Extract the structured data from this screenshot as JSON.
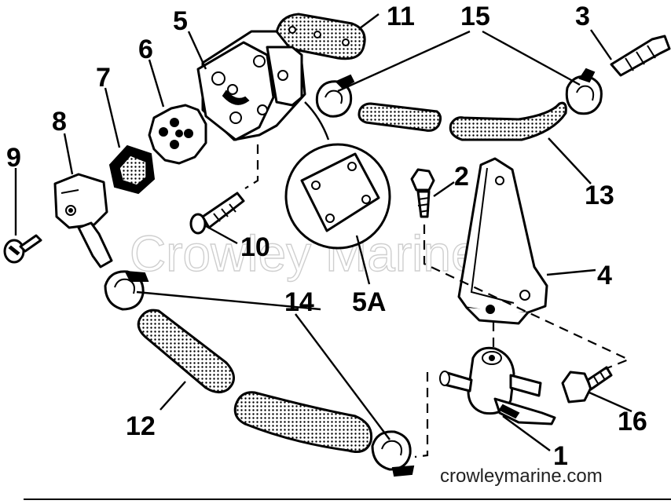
{
  "watermark": "Crowley Marine",
  "footer_url": "crowleymarine.com",
  "callouts": {
    "c1": "1",
    "c2": "2",
    "c3": "3",
    "c4": "4",
    "c5": "5",
    "c5a": "5A",
    "c6": "6",
    "c7": "7",
    "c8": "8",
    "c9": "9",
    "c10": "10",
    "c11": "11",
    "c12": "12",
    "c13": "13",
    "c14": "14",
    "c15": "15",
    "c16": "16"
  }
}
